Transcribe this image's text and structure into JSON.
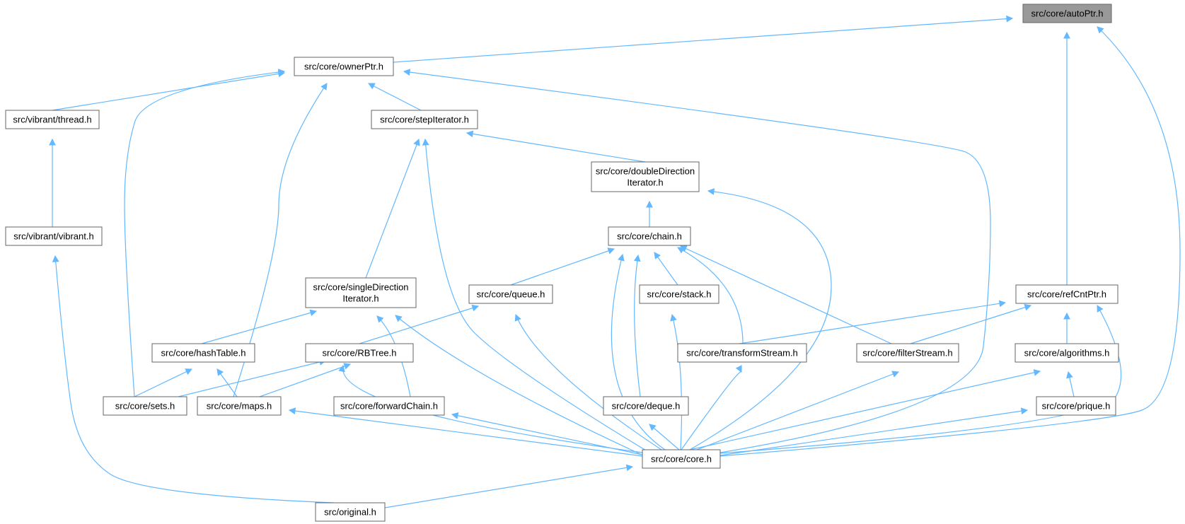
{
  "graph": {
    "root_fill": "#999999",
    "edge_color": "#63b8ff",
    "nodes": [
      {
        "id": "autoPtr",
        "lines": [
          "src/core/autoPtr.h"
        ],
        "root": true
      },
      {
        "id": "ownerPtr",
        "lines": [
          "src/core/ownerPtr.h"
        ]
      },
      {
        "id": "thread",
        "lines": [
          "src/vibrant/thread.h"
        ]
      },
      {
        "id": "stepIterator",
        "lines": [
          "src/core/stepIterator.h"
        ]
      },
      {
        "id": "doubleDirection",
        "lines": [
          "src/core/doubleDirection",
          "Iterator.h"
        ]
      },
      {
        "id": "vibrant",
        "lines": [
          "src/vibrant/vibrant.h"
        ]
      },
      {
        "id": "chain",
        "lines": [
          "src/core/chain.h"
        ]
      },
      {
        "id": "singleDirection",
        "lines": [
          "src/core/singleDirection",
          "Iterator.h"
        ]
      },
      {
        "id": "queue",
        "lines": [
          "src/core/queue.h"
        ]
      },
      {
        "id": "stack",
        "lines": [
          "src/core/stack.h"
        ]
      },
      {
        "id": "refCntPtr",
        "lines": [
          "src/core/refCntPtr.h"
        ]
      },
      {
        "id": "hashTable",
        "lines": [
          "src/core/hashTable.h"
        ]
      },
      {
        "id": "RBTree",
        "lines": [
          "src/core/RBTree.h"
        ]
      },
      {
        "id": "transformStream",
        "lines": [
          "src/core/transformStream.h"
        ]
      },
      {
        "id": "filterStream",
        "lines": [
          "src/core/filterStream.h"
        ]
      },
      {
        "id": "algorithms",
        "lines": [
          "src/core/algorithms.h"
        ]
      },
      {
        "id": "sets",
        "lines": [
          "src/core/sets.h"
        ]
      },
      {
        "id": "maps",
        "lines": [
          "src/core/maps.h"
        ]
      },
      {
        "id": "forwardChain",
        "lines": [
          "src/core/forwardChain.h"
        ]
      },
      {
        "id": "deque",
        "lines": [
          "src/core/deque.h"
        ]
      },
      {
        "id": "prique",
        "lines": [
          "src/core/prique.h"
        ]
      },
      {
        "id": "core",
        "lines": [
          "src/core/core.h"
        ]
      },
      {
        "id": "original",
        "lines": [
          "src/original.h"
        ]
      }
    ],
    "edges": [
      {
        "from": "ownerPtr",
        "to": "autoPtr"
      },
      {
        "from": "refCntPtr",
        "to": "autoPtr"
      },
      {
        "from": "core",
        "to": "autoPtr"
      },
      {
        "from": "thread",
        "to": "ownerPtr"
      },
      {
        "from": "stepIterator",
        "to": "ownerPtr"
      },
      {
        "from": "sets",
        "to": "ownerPtr"
      },
      {
        "from": "maps",
        "to": "ownerPtr"
      },
      {
        "from": "core",
        "to": "ownerPtr"
      },
      {
        "from": "vibrant",
        "to": "thread"
      },
      {
        "from": "doubleDirection",
        "to": "stepIterator"
      },
      {
        "from": "singleDirection",
        "to": "stepIterator"
      },
      {
        "from": "core",
        "to": "stepIterator"
      },
      {
        "from": "chain",
        "to": "doubleDirection"
      },
      {
        "from": "core",
        "to": "doubleDirection"
      },
      {
        "from": "original",
        "to": "vibrant"
      },
      {
        "from": "queue",
        "to": "chain"
      },
      {
        "from": "stack",
        "to": "chain"
      },
      {
        "from": "transformStream",
        "to": "chain"
      },
      {
        "from": "filterStream",
        "to": "chain"
      },
      {
        "from": "deque",
        "to": "chain"
      },
      {
        "from": "core",
        "to": "chain"
      },
      {
        "from": "hashTable",
        "to": "singleDirection"
      },
      {
        "from": "forwardChain",
        "to": "singleDirection"
      },
      {
        "from": "core",
        "to": "singleDirection"
      },
      {
        "from": "RBTree",
        "to": "queue"
      },
      {
        "from": "core",
        "to": "queue"
      },
      {
        "from": "core",
        "to": "stack"
      },
      {
        "from": "transformStream",
        "to": "refCntPtr"
      },
      {
        "from": "filterStream",
        "to": "refCntPtr"
      },
      {
        "from": "algorithms",
        "to": "refCntPtr"
      },
      {
        "from": "core",
        "to": "refCntPtr"
      },
      {
        "from": "sets",
        "to": "hashTable"
      },
      {
        "from": "maps",
        "to": "hashTable"
      },
      {
        "from": "sets",
        "to": "RBTree"
      },
      {
        "from": "maps",
        "to": "RBTree"
      },
      {
        "from": "core",
        "to": "RBTree"
      },
      {
        "from": "core",
        "to": "transformStream"
      },
      {
        "from": "core",
        "to": "filterStream"
      },
      {
        "from": "prique",
        "to": "algorithms"
      },
      {
        "from": "core",
        "to": "algorithms"
      },
      {
        "from": "core",
        "to": "maps"
      },
      {
        "from": "core",
        "to": "forwardChain"
      },
      {
        "from": "core",
        "to": "deque"
      },
      {
        "from": "core",
        "to": "prique"
      },
      {
        "from": "original",
        "to": "core"
      }
    ]
  }
}
